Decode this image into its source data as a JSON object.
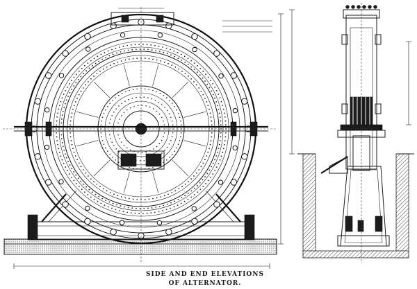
{
  "caption": {
    "line1": "SIDE AND END ELEVATIONS",
    "line2": "OF ALTERNATOR."
  },
  "views": {
    "side_elevation": {
      "name": "side-elevation"
    },
    "end_elevation": {
      "name": "end-elevation"
    }
  },
  "colors": {
    "ink": "#1a1a1a",
    "paper": "#ffffff"
  }
}
